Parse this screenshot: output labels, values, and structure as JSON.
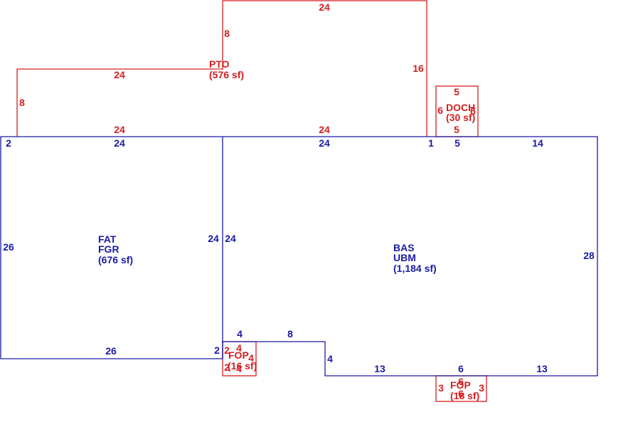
{
  "colors": {
    "main": "#1a1aa6",
    "addition": "#d42020"
  },
  "areas": {
    "pto": {
      "code": "PTO",
      "size": "(576 sf)"
    },
    "doch": {
      "code": "DOCH",
      "size": "(30 sf)"
    },
    "fat": {
      "code1": "FAT",
      "code2": "FGR",
      "size": "(676 sf)"
    },
    "bas": {
      "code1": "BAS",
      "code2": "UBM",
      "size": "(1,184 sf)"
    },
    "fop_small": {
      "code": "FOP",
      "size": "(16 sf)"
    },
    "fop_bottom": {
      "code": "FOP",
      "size": "(18 sf)"
    }
  },
  "dimensions": {
    "pto_top": "24",
    "pto_step_vertical": "8",
    "pto_left_top": "24",
    "pto_left_vertical": "8",
    "pto_right_vertical": "16",
    "pto_bottom_left": "24",
    "pto_bottom_right": "24",
    "doch_top": "5",
    "doch_left": "6",
    "doch_right": "6",
    "doch_bottom": "5",
    "main_top_left_stub": "2",
    "fat_top": "24",
    "bas_top": "24",
    "bas_top_gap": "1",
    "bas_top_doch": "5",
    "bas_top_right": "14",
    "fat_left": "26",
    "fat_right": "24",
    "bas_left": "24",
    "bas_right": "28",
    "fat_bottom": "26",
    "fat_bottom_stub": "2",
    "notch_top_left": "4",
    "notch_top_right": "8",
    "notch_side": "4",
    "bas_bottom_left": "13",
    "bas_bottom_mid": "6",
    "bas_bottom_right": "13",
    "fop_small_top_a": "2",
    "fop_small_top_b": "4",
    "fop_small_side": "4",
    "fop_small_bottom_a": "2",
    "fop_small_bottom_b": "4",
    "fop_bottom_left": "3",
    "fop_bottom_right": "3",
    "fop_bottom_top": "6",
    "fop_bottom_bottom": "6"
  }
}
